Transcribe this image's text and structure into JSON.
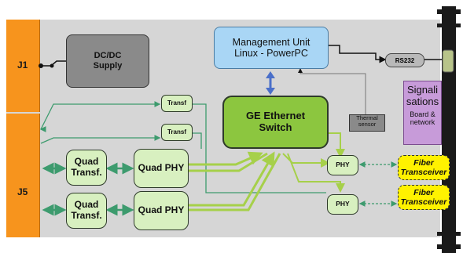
{
  "connectors": {
    "j1": "J1",
    "j5": "J5"
  },
  "blocks": {
    "dcdc": [
      "DC/DC",
      "Supply"
    ],
    "mgmt": [
      "Management Unit",
      "Linux - PowerPC"
    ],
    "ge_switch": [
      "GE Ethernet",
      "Switch"
    ],
    "transf_1": "Transf",
    "transf_2": "Transf",
    "quad_transf_1": [
      "Quad",
      "Transf."
    ],
    "quad_transf_2": [
      "Quad",
      "Transf."
    ],
    "quad_phy_1": "Quad PHY",
    "quad_phy_2": "Quad PHY",
    "phy_1": "PHY",
    "phy_2": "PHY",
    "fiber_1": [
      "Fiber",
      "Transceiver"
    ],
    "fiber_2": [
      "Fiber",
      "Transceiver"
    ],
    "rs232": "RS232",
    "thermal": [
      "Thermal",
      "sensor"
    ],
    "signalisations": [
      "Signali",
      "sations",
      "Board &",
      "network"
    ]
  },
  "colors": {
    "board": "#d6d6d6",
    "connector": "#f7941d",
    "green_light": "#d8f0c0",
    "green_dark": "#8cc63f",
    "wire_green": "#3d9b6e",
    "wire_lime": "#a6d04a",
    "mgmt_blue": "#a9d6f5",
    "fiber_yellow": "#fff200",
    "signal_purple": "#c79bd9"
  }
}
